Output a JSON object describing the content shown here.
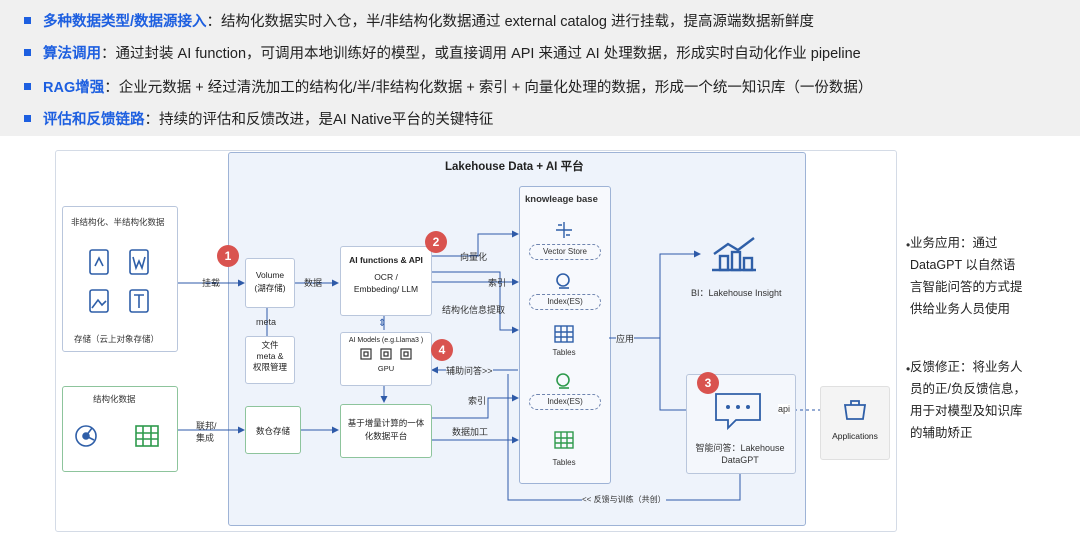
{
  "bullets": [
    {
      "key": "多种数据类型/数据源接入",
      "text": "：结构化数据实时入仓，半/非结构化数据通过 external catalog 进行挂载，提高源端数据新鲜度"
    },
    {
      "key": "算法调用",
      "text": "：通过封装 AI function，可调用本地训练好的模型，或直接调用 API 来通过 AI 处理数据，形成实时自动化作业 pipeline"
    },
    {
      "key": "RAG增强",
      "text": "：企业元数据 + 经过清洗加工的结构化/半/非结构化数据 + 索引 + 向量化处理的数据，形成一个统一知识库（一份数据）"
    },
    {
      "key": "评估和反馈链路",
      "text": "：持续的评估和反馈改进，是AI Native平台的关键特征"
    }
  ],
  "diagram": {
    "title": "Lakehouse Data + AI 平台",
    "unstructured": {
      "title": "非结构化、半结构化数据",
      "caption": "存储（云上对象存储）"
    },
    "structured": {
      "title": "结构化数据"
    },
    "edge_mount": "挂载",
    "edge_federation": "联邦/\n集成",
    "volume": "Volume\n(湖存储)",
    "edge_data": "数据",
    "meta": "meta",
    "file_meta": "文件\nmeta &\n权限管理",
    "number_storage": "数仓存储",
    "ai_functions": {
      "title": "AI functions & API",
      "body": "OCR /\nEmbbeding/ LLM"
    },
    "ai_models": {
      "title": "AI Models (e.g.Llama3 )",
      "gpu": "GPU"
    },
    "incremental": "基于增量计算的一体\n化数据平台",
    "edge_vectorize": "向量化",
    "edge_index1": "索引",
    "edge_struct_extract": "结构化信息提取",
    "edge_assist": "辅助问答>>",
    "edge_index2": "索引",
    "edge_processing": "数据加工",
    "knowledge_base": {
      "title": "knowleage base",
      "vector_store": "Vector Store",
      "index1": "Index(ES)",
      "tables1": "Tables",
      "index2": "Index(ES)",
      "tables2": "Tables"
    },
    "edge_apply": "应用",
    "bi": "BI：Lakehouse Insight",
    "qa": "智能问答：Lakehouse\nDataGPT",
    "edge_api": "api",
    "applications": "Applications",
    "feedback": "<< 反馈与训练（共创）",
    "badges": [
      "1",
      "2",
      "3",
      "4"
    ]
  },
  "notes": [
    {
      "text": "业务应用：通过\nDataGPT 以自然语\n言智能问答的方式提\n供给业务人员使用"
    },
    {
      "text": "反馈修正：将业务人\n员的正/负反馈信息，\n用于对模型及知识库\n的辅助矫正"
    }
  ],
  "colors": {
    "accent": "#1d5fe0",
    "badge": "#d9534f",
    "line": "#2e5aa8",
    "icon": "#2f5fa8",
    "green": "#2e9a4c"
  }
}
